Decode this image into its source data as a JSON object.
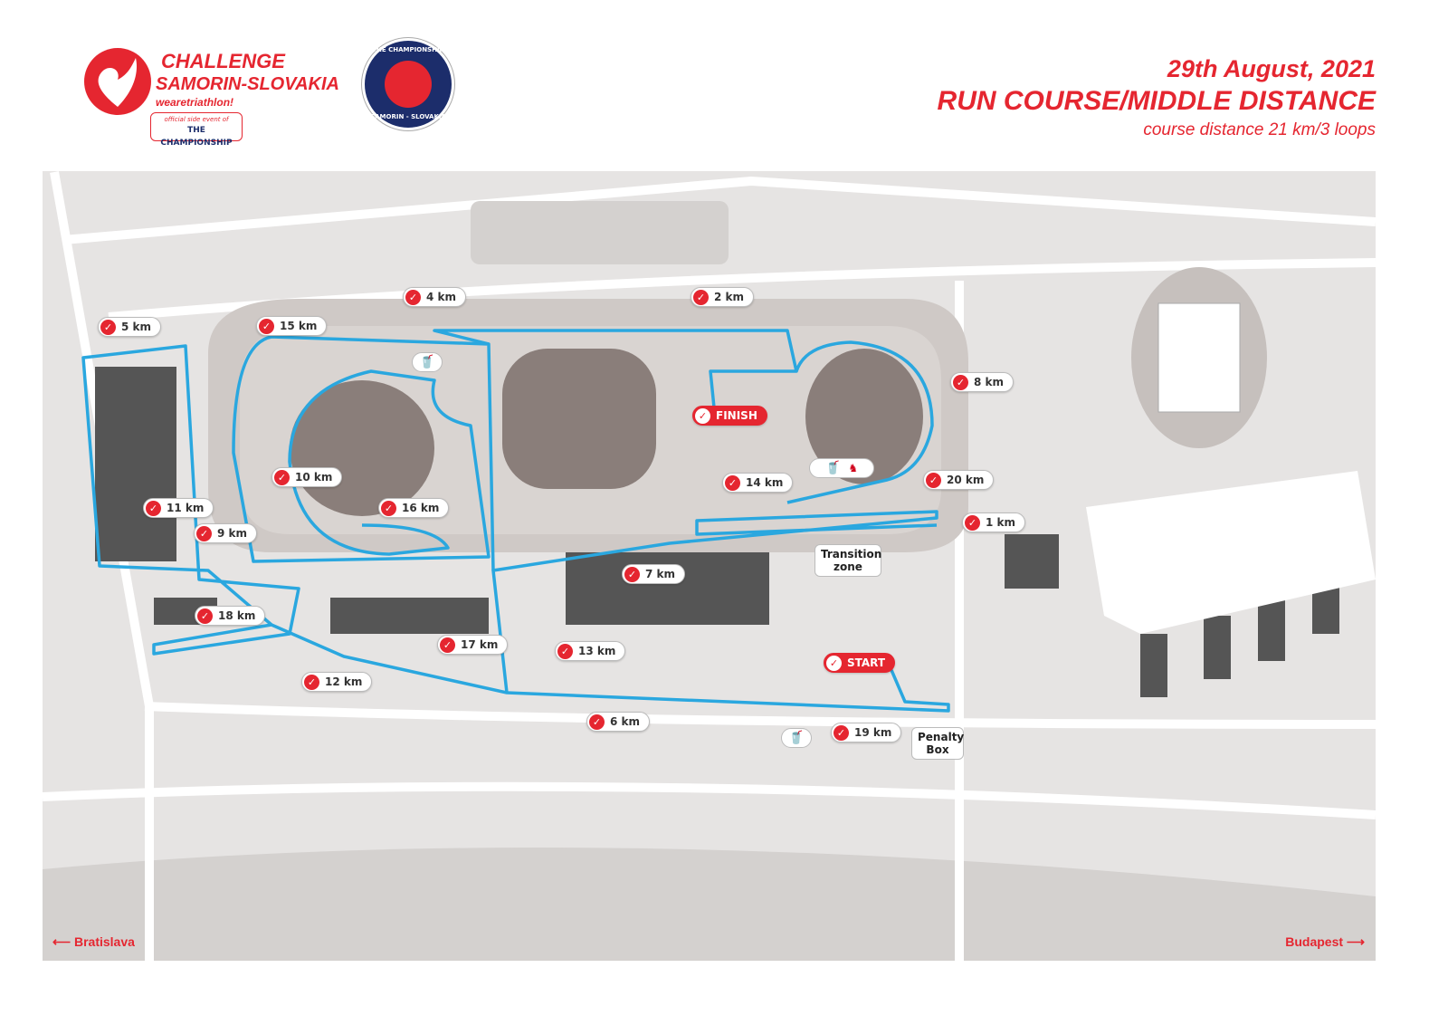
{
  "header": {
    "logo": {
      "line1": "CHALLENGE",
      "line2": "SAMORIN-SLOVAKIA",
      "line3": "wearetriathlon!",
      "badge_small": "official side event of",
      "badge_big": "THE CHAMPIONSHIP"
    },
    "seal": {
      "top": "THE CHAMPIONSHIP",
      "bottom": "SAMORIN - SLOVAKIA"
    },
    "date": "29th August, 2021",
    "title": "RUN COURSE/MIDDLE DISTANCE",
    "subtitle": "course distance 21 km/3 loops"
  },
  "colors": {
    "brand_red": "#e52630",
    "route_blue": "#2aa7df",
    "ground": "#e6e4e3",
    "building": "#9c918d"
  },
  "markers": [
    {
      "label": "5 km"
    },
    {
      "label": "15 km"
    },
    {
      "label": "4 km"
    },
    {
      "label": "2 km"
    },
    {
      "label": "8 km"
    },
    {
      "label": "FINISH"
    },
    {
      "label": "10 km"
    },
    {
      "label": "16 km"
    },
    {
      "label": "11 km"
    },
    {
      "label": "9 km"
    },
    {
      "label": "14 km"
    },
    {
      "label": "20 km"
    },
    {
      "label": "1 km"
    },
    {
      "label": "7 km"
    },
    {
      "label": "18 km"
    },
    {
      "label": "17 km"
    },
    {
      "label": "13 km"
    },
    {
      "label": "12 km"
    },
    {
      "label": "START"
    },
    {
      "label": "6 km"
    },
    {
      "label": "19 km"
    }
  ],
  "areas": {
    "transition": "Transition zone",
    "penalty": "Penalty Box"
  },
  "icons": {
    "aid_station": "water-cup-icon",
    "sponsor": "red-bull-icon",
    "marker": "challenge-heart-icon"
  },
  "directions": {
    "left": "Bratislava",
    "right": "Budapest"
  }
}
